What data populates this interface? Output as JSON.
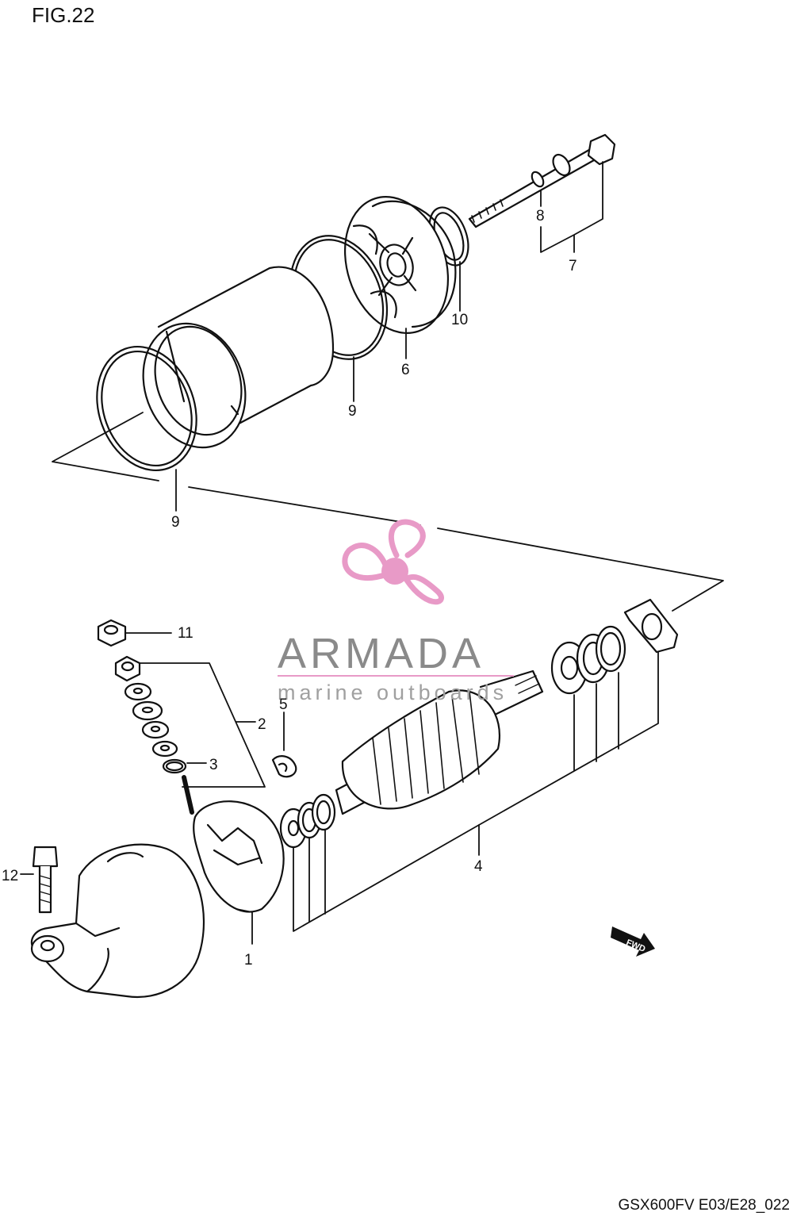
{
  "figure": {
    "title": "FIG.22",
    "code": "GSX600FV E03/E28_022"
  },
  "watermark": {
    "brand": "ARMADA",
    "tagline": "marine outboards",
    "color": "#e89ac7"
  },
  "arrow_label": "FWD",
  "callouts": {
    "c1": "1",
    "c2": "2",
    "c3": "3",
    "c4": "4",
    "c5": "5",
    "c6": "6",
    "c7": "7",
    "c8": "8",
    "c9a": "9",
    "c9b": "9",
    "c10": "10",
    "c11": "11",
    "c12": "12"
  }
}
